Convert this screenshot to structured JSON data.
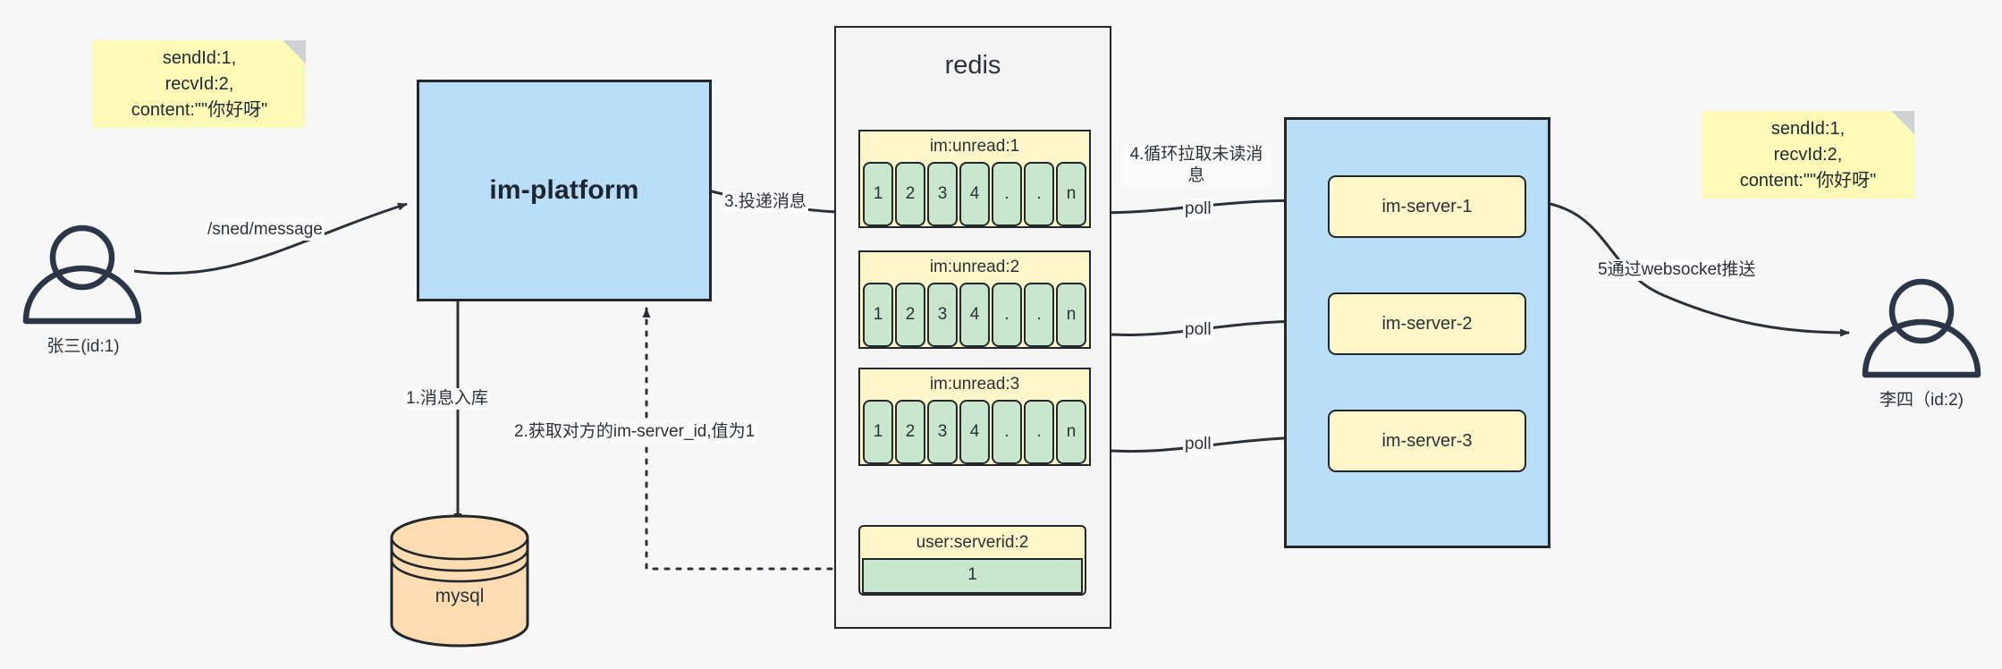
{
  "diagram": {
    "title": "IM message flow architecture",
    "colors": {
      "note_yellow": "#fdfab8",
      "blue_box": "#b9dcf7",
      "list_yellow": "#fdf6c9",
      "cell_green": "#c7e6cd",
      "mysql_orange": "#fcdcb0",
      "stroke": "#22272b",
      "canvas": "#f7f7f8"
    }
  },
  "notes": {
    "left": "sendId:1,\nrecvId:2,\ncontent:\"\"你好呀\"",
    "right": "sendId:1,\nrecvId:2,\ncontent:\"\"你好呀\""
  },
  "actors": {
    "sender": {
      "label": "张三(id:1)",
      "icon": "person-icon"
    },
    "receiver": {
      "label": "李四（id:2)",
      "icon": "person-icon"
    }
  },
  "platform": {
    "label": "im-platform"
  },
  "database": {
    "label": "mysql",
    "icon": "database-cylinder-icon"
  },
  "redis": {
    "title": "redis",
    "lists": [
      {
        "key": "im:unread:1",
        "cells": [
          "1",
          "2",
          "3",
          "4",
          ".",
          ".",
          "n"
        ]
      },
      {
        "key": "im:unread:2",
        "cells": [
          "1",
          "2",
          "3",
          "4",
          ".",
          ".",
          "n"
        ]
      },
      {
        "key": "im:unread:3",
        "cells": [
          "1",
          "2",
          "3",
          "4",
          ".",
          ".",
          "n"
        ]
      }
    ],
    "kv": {
      "key": "user:serverid:2",
      "value": "1"
    }
  },
  "server_cluster": {
    "servers": [
      {
        "label": "im-server-1"
      },
      {
        "label": "im-server-2"
      },
      {
        "label": "im-server-3"
      }
    ]
  },
  "edges": {
    "send_message": "/sned/message",
    "step1": "1.消息入库",
    "step2": "2.获取对方的im-server_id,值为1",
    "step3": "3.投递消息",
    "step4": "4.循环拉取未读消\n息",
    "step5": "5通过websocket推送",
    "poll1": "poll",
    "poll2": "poll",
    "poll3": "poll"
  }
}
